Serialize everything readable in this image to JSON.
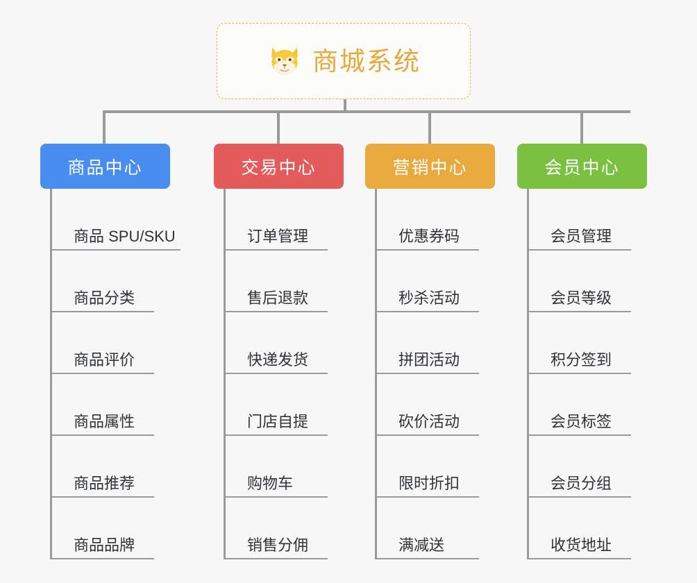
{
  "root": {
    "title": "商城系统",
    "icon": "shiba-dog-icon",
    "title_color": "#e8a93c",
    "border_color": "#e9b44c"
  },
  "line_color": "#9a9a9a",
  "background_color": "#f7f7f7",
  "columns": [
    {
      "label": "商品中心",
      "color": "#4a8df0",
      "items": [
        "商品 SPU/SKU",
        "商品分类",
        "商品评价",
        "商品属性",
        "商品推荐",
        "商品品牌"
      ]
    },
    {
      "label": "交易中心",
      "color": "#e35b5b",
      "items": [
        "订单管理",
        "售后退款",
        "快递发货",
        "门店自提",
        "购物车",
        "销售分佣"
      ]
    },
    {
      "label": "营销中心",
      "color": "#eaa93e",
      "items": [
        "优惠券码",
        "秒杀活动",
        "拼团活动",
        "砍价活动",
        "限时折扣",
        "满减送"
      ]
    },
    {
      "label": "会员中心",
      "color": "#7ac142",
      "items": [
        "会员管理",
        "会员等级",
        "积分签到",
        "会员标签",
        "会员分组",
        "收货地址"
      ]
    }
  ]
}
